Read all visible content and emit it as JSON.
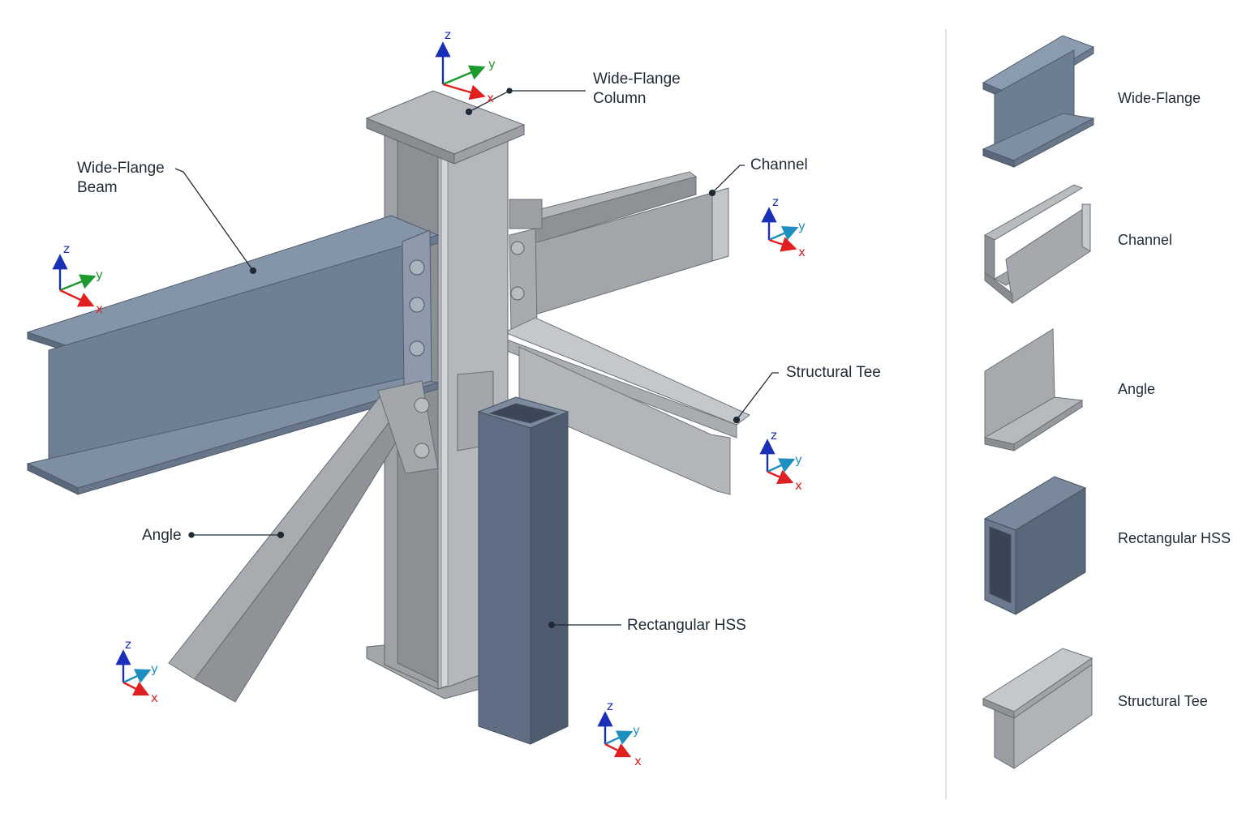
{
  "colors": {
    "steel_blue": "#6f7f94",
    "steel_gray": "#9a9ea3",
    "axis_x": "#e02020",
    "axis_y_green": "#1c9a2e",
    "axis_y_teal": "#1f8fc0",
    "axis_z": "#1a2fb8",
    "text": "#1f2a36"
  },
  "callouts": {
    "column": "Wide-Flange Column",
    "beam": "Wide-Flange Beam",
    "channel": "Channel",
    "tee": "Structural Tee",
    "angle": "Angle",
    "hss": "Rectangular HSS"
  },
  "axes": {
    "x": "x",
    "y": "y",
    "z": "z"
  },
  "legend": [
    {
      "label": "Wide-Flange",
      "icon": "wide-flange-icon"
    },
    {
      "label": "Channel",
      "icon": "channel-icon"
    },
    {
      "label": "Angle",
      "icon": "angle-icon"
    },
    {
      "label": "Rectangular HSS",
      "icon": "rectangular-hss-icon"
    },
    {
      "label": "Structural Tee",
      "icon": "structural-tee-icon"
    }
  ]
}
